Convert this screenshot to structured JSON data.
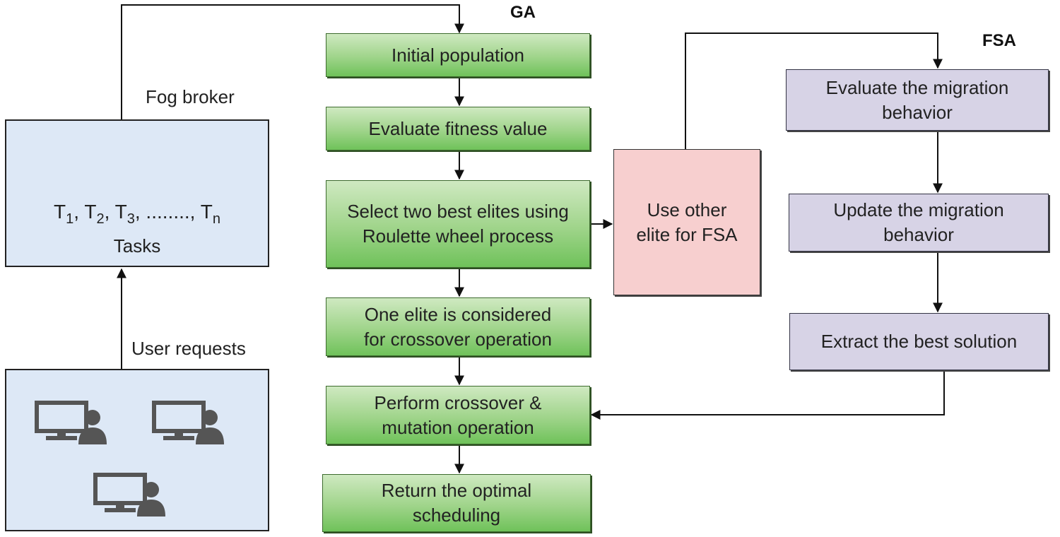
{
  "titles": {
    "ga": "GA",
    "fsa": "FSA"
  },
  "fog_broker": {
    "label": "Fog broker",
    "task_prefix": "T",
    "tasks": [
      {
        "sub": "1",
        "sep": ", "
      },
      {
        "sub": "2",
        "sep": ", "
      },
      {
        "sub": "3",
        "sep": ", ........, "
      },
      {
        "sub": "n",
        "sep": ""
      }
    ],
    "tasks_label": "Tasks"
  },
  "user_requests": {
    "label": "User requests",
    "icon": "user-computer-icon",
    "count": 3
  },
  "ga_steps": [
    "Initial population",
    "Evaluate fitness value",
    "Select two best elites using\nRoulette wheel process",
    "One elite is considered\nfor crossover operation",
    "Perform crossover &\nmutation operation",
    "Return the optimal\nscheduling"
  ],
  "middle": {
    "label": "Use other\nelite for FSA"
  },
  "fsa_steps": [
    "Evaluate the migration\nbehavior",
    "Update the migration\nbehavior",
    "Extract the best solution"
  ],
  "colors": {
    "green_top": "#cfe9c1",
    "green_bottom": "#6fc25a",
    "purple": "#d7d3e6",
    "pink": "#f7cfcf",
    "blue": "#dde8f6",
    "line": "#111111"
  }
}
